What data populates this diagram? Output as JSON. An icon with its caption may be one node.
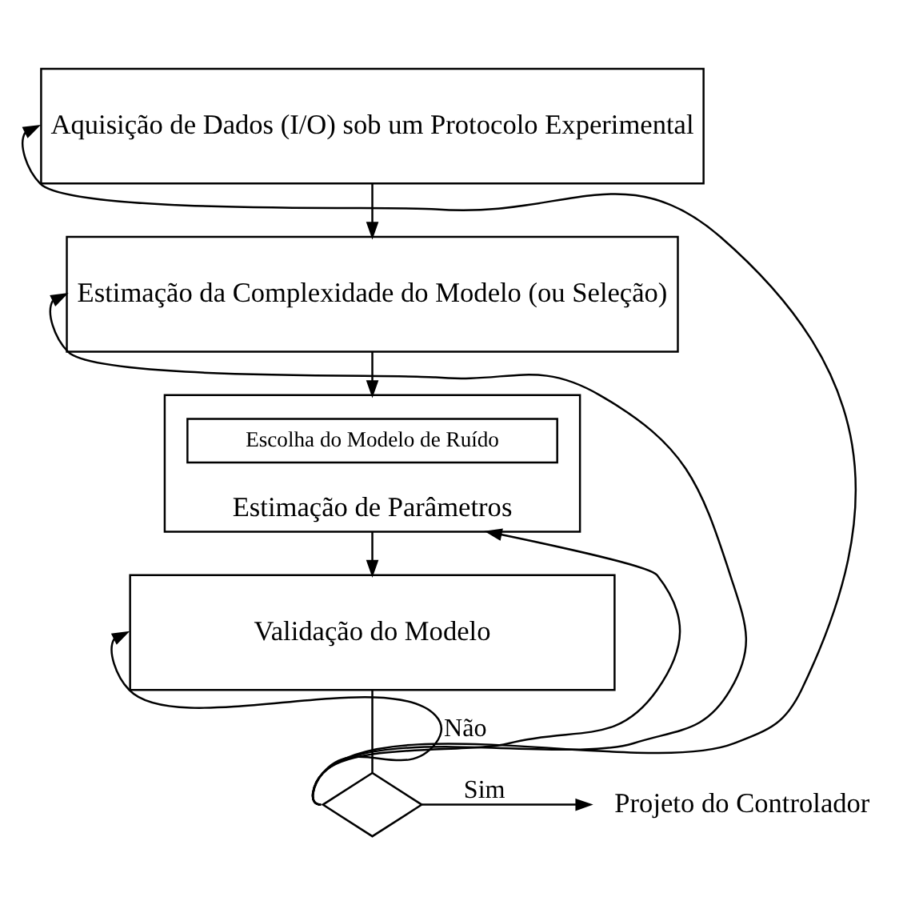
{
  "diagram": {
    "nodes": [
      {
        "text": [
          "Aquisição de Dados (I/O) sob um Protocolo Experimental"
        ]
      },
      {
        "text": [
          "Estimação da Complexidade do Modelo (ou Seleção)"
        ]
      },
      {
        "text": [
          "Estimação de Parâmetros"
        ]
      },
      {
        "text": [
          "Escolha do Modelo de Ruído"
        ],
        "in": 2
      },
      {
        "text": [
          "Validação do Modelo"
        ]
      },
      {
        "text": [],
        "shape": "diamond"
      },
      {
        "text": [
          "Projeto do Controlador"
        ]
      }
    ],
    "edges": [
      {
        "from": 0,
        "to": 1,
        "arrow": "to"
      },
      {
        "from": 1,
        "to": 2,
        "arrow": "to"
      },
      {
        "from": 2,
        "to": 4,
        "arrow": "to"
      },
      {
        "from": 4,
        "to": 5,
        "arrow": "none"
      },
      {
        "from": 5,
        "to": 6,
        "label": "Sim",
        "arrow": "to"
      },
      {
        "from": 5,
        "to": 4,
        "label": "Não",
        "arrow": "to"
      },
      {
        "from": 5,
        "to": 2,
        "arrow": "to"
      },
      {
        "from": 5,
        "to": 1,
        "arrow": "to"
      },
      {
        "from": 5,
        "to": 0,
        "arrow": "to"
      }
    ]
  }
}
